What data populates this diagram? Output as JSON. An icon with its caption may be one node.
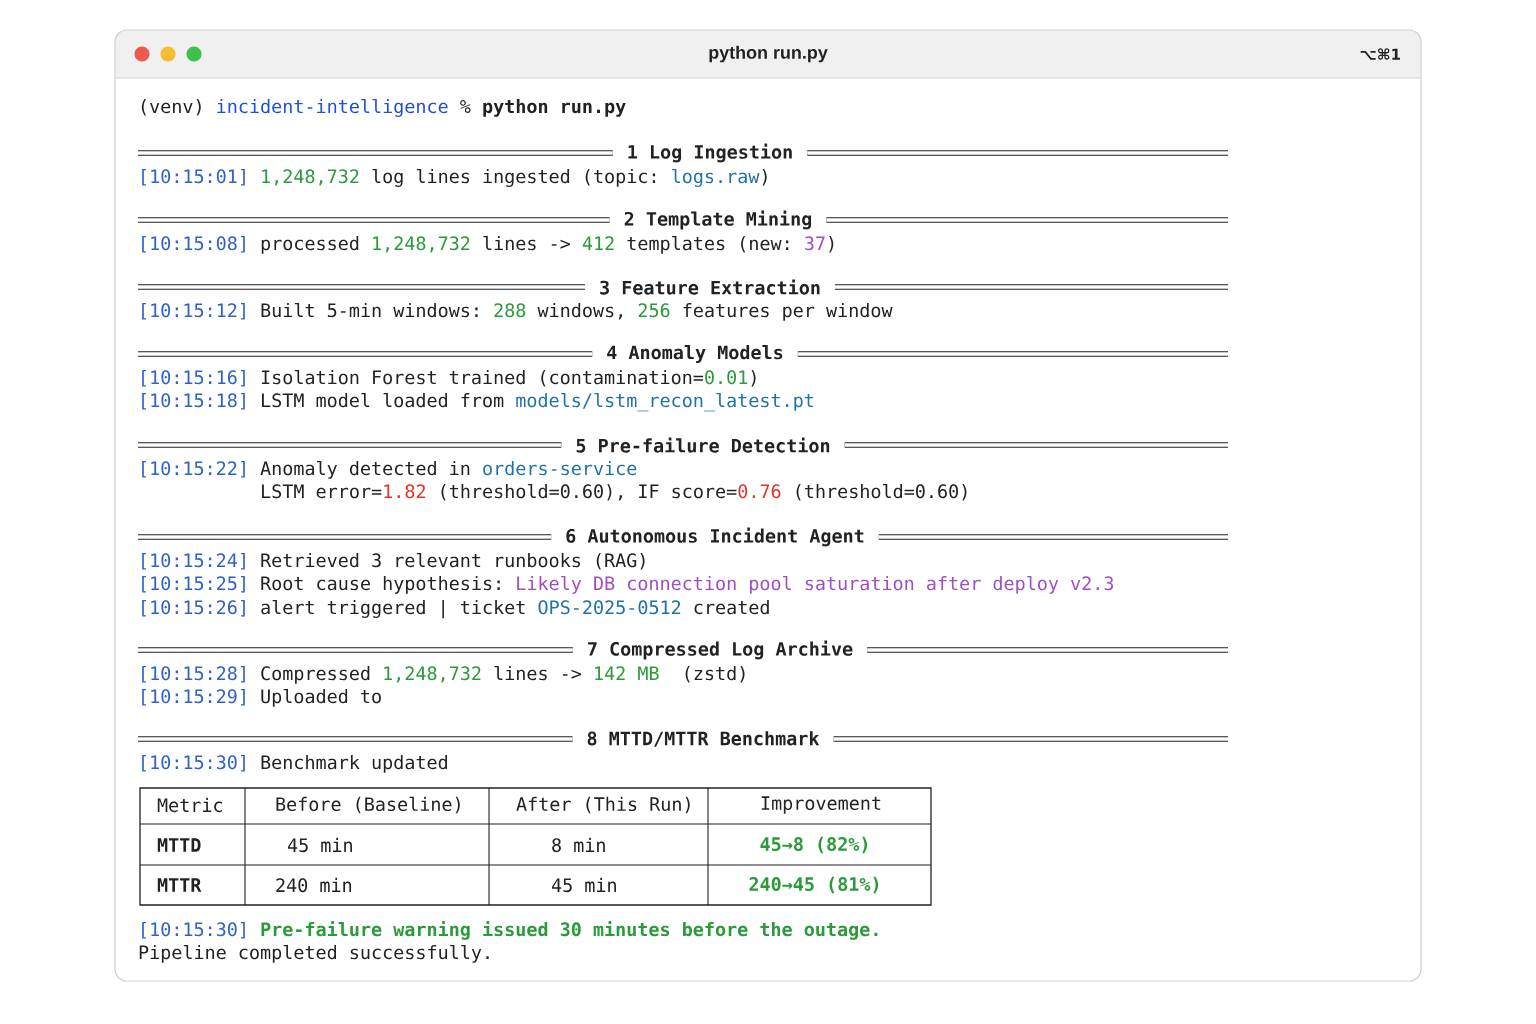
{
  "diagram": {
    "title": "python run.py",
    "labels": [
      "⌥⌘1",
      "(venv)",
      "incident-intelligence",
      "%",
      "python run.py",
      "1 Log Ingestion",
      "[10:15:01]",
      "1,248,732",
      "log lines ingested (topic:",
      "logs.raw",
      ")",
      "2 Template Mining",
      "[10:15:08]",
      "processed",
      "1,248,732",
      "lines ->",
      "412",
      "templates (new:",
      "37",
      ")",
      "3 Feature Extraction",
      "[10:15:12]",
      "Built 5-min windows:",
      "288",
      "windows,",
      "256",
      "features per window",
      "4 Anomaly Models",
      "[10:15:16]",
      "Isolation Forest trained (contamination=",
      "0.01",
      ")",
      "[10:15:18]",
      "LSTM model loaded from",
      "models/lstm_recon_latest.pt",
      "5 Pre-failure Detection",
      "[10:15:22]",
      "Anomaly detected in",
      "orders-service",
      "LSTM error=",
      "1.82",
      "(threshold=0.60), IF score=",
      "0.76",
      "(threshold=0.60)",
      "6 Autonomous Incident Agent",
      "[10:15:24]",
      "Retrieved 3 relevant runbooks (RAG)",
      "[10:15:25]",
      "Root cause hypothesis:",
      "Likely DB connection pool saturation after deploy v2.3",
      "[10:15:26]",
      "alert triggered | ticket",
      "OPS-2025-0512",
      "created",
      "7 Compressed Log Archive",
      "[10:15:28]",
      "Compressed",
      "1,248,732",
      "lines ->",
      "142 MB",
      "(zstd)",
      "[10:15:29]",
      "Uploaded to",
      "8 MTTD/MTTR Benchmark",
      "[10:15:30]",
      "Benchmark updated",
      "Metric",
      "Before (Baseline)",
      "After (This Run)",
      "Improvement",
      "MTTD",
      "45 min",
      "8 min",
      "45→8 (82%)",
      "MTTR",
      "240 min",
      "45 min",
      "240→45 (81%)",
      "[10:15:30]",
      "Pre-failure warning issued 30 minutes before the outage.",
      "Pipeline completed successfully."
    ]
  }
}
